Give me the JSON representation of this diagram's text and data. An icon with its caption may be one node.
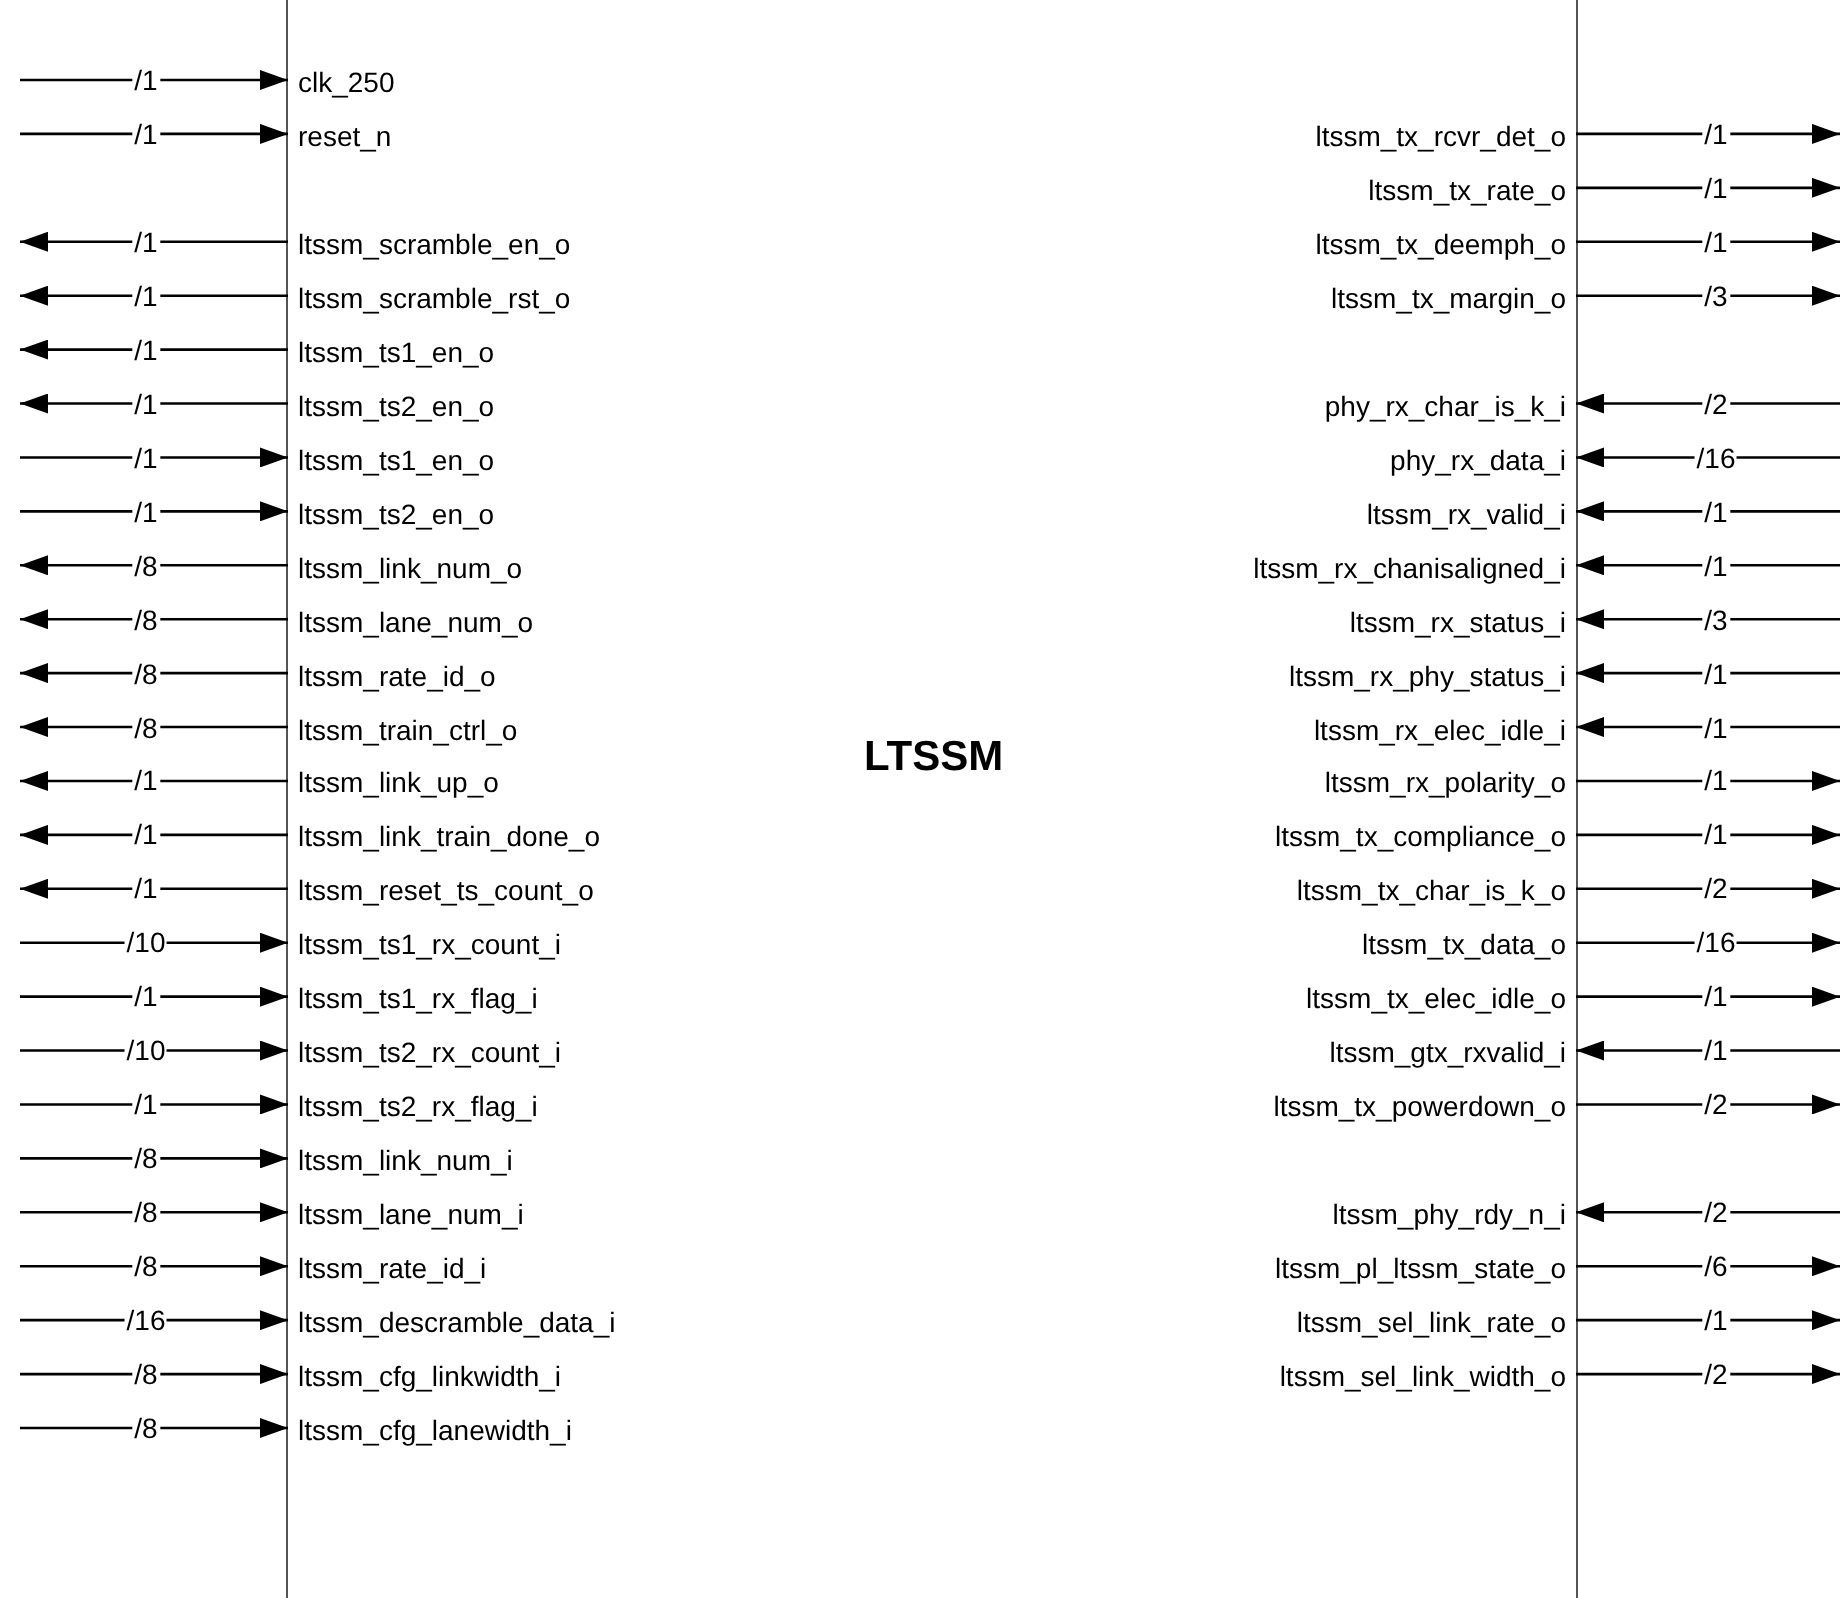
{
  "diagram": {
    "nodes": [
      {
        "text": [
          "LTSSM"
        ]
      },
      {
        "text": [
          "clk_250"
        ],
        "in": 0
      },
      {
        "text": [
          "reset_n"
        ],
        "in": 0
      },
      {
        "text": [
          "ltssm_scramble_en_o"
        ],
        "in": 0
      },
      {
        "text": [
          "ltssm_scramble_rst_o"
        ],
        "in": 0
      },
      {
        "text": [
          "ltssm_ts1_en_o"
        ],
        "in": 0
      },
      {
        "text": [
          "ltssm_ts2_en_o"
        ],
        "in": 0
      },
      {
        "text": [
          "ltssm_ts1_en_o"
        ],
        "in": 0
      },
      {
        "text": [
          "ltssm_ts2_en_o"
        ],
        "in": 0
      },
      {
        "text": [
          "ltssm_link_num_o"
        ],
        "in": 0
      },
      {
        "text": [
          "ltssm_lane_num_o"
        ],
        "in": 0
      },
      {
        "text": [
          "ltssm_rate_id_o"
        ],
        "in": 0
      },
      {
        "text": [
          "ltssm_train_ctrl_o"
        ],
        "in": 0
      },
      {
        "text": [
          "ltssm_link_up_o"
        ],
        "in": 0
      },
      {
        "text": [
          "ltssm_link_train_done_o"
        ],
        "in": 0
      },
      {
        "text": [
          "ltssm_reset_ts_count_o"
        ],
        "in": 0
      },
      {
        "text": [
          "ltssm_ts1_rx_count_i"
        ],
        "in": 0
      },
      {
        "text": [
          "ltssm_ts1_rx_flag_i"
        ],
        "in": 0
      },
      {
        "text": [
          "ltssm_ts2_rx_count_i"
        ],
        "in": 0
      },
      {
        "text": [
          "ltssm_ts2_rx_flag_i"
        ],
        "in": 0
      },
      {
        "text": [
          "ltssm_link_num_i"
        ],
        "in": 0
      },
      {
        "text": [
          "ltssm_lane_num_i"
        ],
        "in": 0
      },
      {
        "text": [
          "ltssm_rate_id_i"
        ],
        "in": 0
      },
      {
        "text": [
          "ltssm_descramble_data_i"
        ],
        "in": 0
      },
      {
        "text": [
          "ltssm_cfg_linkwidth_i"
        ],
        "in": 0
      },
      {
        "text": [
          "ltssm_cfg_lanewidth_i"
        ],
        "in": 0
      },
      {
        "text": [
          "ltssm_tx_rcvr_det_o"
        ],
        "in": 0
      },
      {
        "text": [
          "ltssm_tx_rate_o"
        ],
        "in": 0
      },
      {
        "text": [
          "ltssm_tx_deemph_o"
        ],
        "in": 0
      },
      {
        "text": [
          "ltssm_tx_margin_o"
        ],
        "in": 0
      },
      {
        "text": [
          "phy_rx_char_is_k_i"
        ],
        "in": 0
      },
      {
        "text": [
          "phy_rx_data_i"
        ],
        "in": 0
      },
      {
        "text": [
          "ltssm_rx_valid_i"
        ],
        "in": 0
      },
      {
        "text": [
          "ltssm_rx_chanisaligned_i"
        ],
        "in": 0
      },
      {
        "text": [
          "ltssm_rx_status_i"
        ],
        "in": 0
      },
      {
        "text": [
          "ltssm_rx_phy_status_i"
        ],
        "in": 0
      },
      {
        "text": [
          "ltssm_rx_elec_idle_i"
        ],
        "in": 0
      },
      {
        "text": [
          "ltssm_rx_polarity_o"
        ],
        "in": 0
      },
      {
        "text": [
          "ltssm_tx_compliance_o"
        ],
        "in": 0
      },
      {
        "text": [
          "ltssm_tx_char_is_k_o"
        ],
        "in": 0
      },
      {
        "text": [
          "ltssm_tx_data_o"
        ],
        "in": 0
      },
      {
        "text": [
          "ltssm_tx_elec_idle_o"
        ],
        "in": 0
      },
      {
        "text": [
          "ltssm_gtx_rxvalid_i"
        ],
        "in": 0
      },
      {
        "text": [
          "ltssm_tx_powerdown_o"
        ],
        "in": 0
      },
      {
        "text": [
          "ltssm_phy_rdy_n_i"
        ],
        "in": 0
      },
      {
        "text": [
          "ltssm_pl_ltssm_state_o"
        ],
        "in": 0
      },
      {
        "text": [
          "ltssm_sel_link_rate_o"
        ],
        "in": 0
      },
      {
        "text": [
          "ltssm_sel_link_width_o"
        ],
        "in": 0
      }
    ],
    "edges": [
      {
        "from": null,
        "to": 1,
        "arrow": "to",
        "label": "/1"
      },
      {
        "from": null,
        "to": 2,
        "arrow": "to",
        "label": "/1"
      },
      {
        "from": 3,
        "to": null,
        "arrow": "to",
        "label": "/1"
      },
      {
        "from": 4,
        "to": null,
        "arrow": "to",
        "label": "/1"
      },
      {
        "from": 5,
        "to": null,
        "arrow": "to",
        "label": "/1"
      },
      {
        "from": 6,
        "to": null,
        "arrow": "to",
        "label": "/1"
      },
      {
        "from": null,
        "to": 7,
        "arrow": "to",
        "label": "/1"
      },
      {
        "from": null,
        "to": 8,
        "arrow": "to",
        "label": "/1"
      },
      {
        "from": 9,
        "to": null,
        "arrow": "to",
        "label": "/8"
      },
      {
        "from": 10,
        "to": null,
        "arrow": "to",
        "label": "/8"
      },
      {
        "from": 11,
        "to": null,
        "arrow": "to",
        "label": "/8"
      },
      {
        "from": 12,
        "to": null,
        "arrow": "to",
        "label": "/8"
      },
      {
        "from": 13,
        "to": null,
        "arrow": "to",
        "label": "/1"
      },
      {
        "from": 14,
        "to": null,
        "arrow": "to",
        "label": "/1"
      },
      {
        "from": 15,
        "to": null,
        "arrow": "to",
        "label": "/1"
      },
      {
        "from": null,
        "to": 16,
        "arrow": "to",
        "label": "/10"
      },
      {
        "from": null,
        "to": 17,
        "arrow": "to",
        "label": "/1"
      },
      {
        "from": null,
        "to": 18,
        "arrow": "to",
        "label": "/10"
      },
      {
        "from": null,
        "to": 19,
        "arrow": "to",
        "label": "/1"
      },
      {
        "from": null,
        "to": 20,
        "arrow": "to",
        "label": "/8"
      },
      {
        "from": null,
        "to": 21,
        "arrow": "to",
        "label": "/8"
      },
      {
        "from": null,
        "to": 22,
        "arrow": "to",
        "label": "/8"
      },
      {
        "from": null,
        "to": 23,
        "arrow": "to",
        "label": "/16"
      },
      {
        "from": null,
        "to": 24,
        "arrow": "to",
        "label": "/8"
      },
      {
        "from": null,
        "to": 25,
        "arrow": "to",
        "label": "/8"
      },
      {
        "from": 26,
        "to": null,
        "arrow": "to",
        "label": "/1"
      },
      {
        "from": 27,
        "to": null,
        "arrow": "to",
        "label": "/1"
      },
      {
        "from": 28,
        "to": null,
        "arrow": "to",
        "label": "/1"
      },
      {
        "from": 29,
        "to": null,
        "arrow": "to",
        "label": "/3"
      },
      {
        "from": null,
        "to": 30,
        "arrow": "to",
        "label": "/2"
      },
      {
        "from": null,
        "to": 31,
        "arrow": "to",
        "label": "/16"
      },
      {
        "from": null,
        "to": 32,
        "arrow": "to",
        "label": "/1"
      },
      {
        "from": null,
        "to": 33,
        "arrow": "to",
        "label": "/1"
      },
      {
        "from": null,
        "to": 34,
        "arrow": "to",
        "label": "/3"
      },
      {
        "from": null,
        "to": 35,
        "arrow": "to",
        "label": "/1"
      },
      {
        "from": null,
        "to": 36,
        "arrow": "to",
        "label": "/1"
      },
      {
        "from": 37,
        "to": null,
        "arrow": "to",
        "label": "/1"
      },
      {
        "from": 38,
        "to": null,
        "arrow": "to",
        "label": "/1"
      },
      {
        "from": 39,
        "to": null,
        "arrow": "to",
        "label": "/2"
      },
      {
        "from": 40,
        "to": null,
        "arrow": "to",
        "label": "/16"
      },
      {
        "from": 41,
        "to": null,
        "arrow": "to",
        "label": "/1"
      },
      {
        "from": null,
        "to": 42,
        "arrow": "to",
        "label": "/1"
      },
      {
        "from": 43,
        "to": null,
        "arrow": "to",
        "label": "/2"
      },
      {
        "from": null,
        "to": 44,
        "arrow": "to",
        "label": "/2"
      },
      {
        "from": 45,
        "to": null,
        "arrow": "to",
        "label": "/6"
      },
      {
        "from": 46,
        "to": null,
        "arrow": "to",
        "label": "/1"
      },
      {
        "from": 47,
        "to": null,
        "arrow": "to",
        "label": "/2"
      }
    ]
  }
}
